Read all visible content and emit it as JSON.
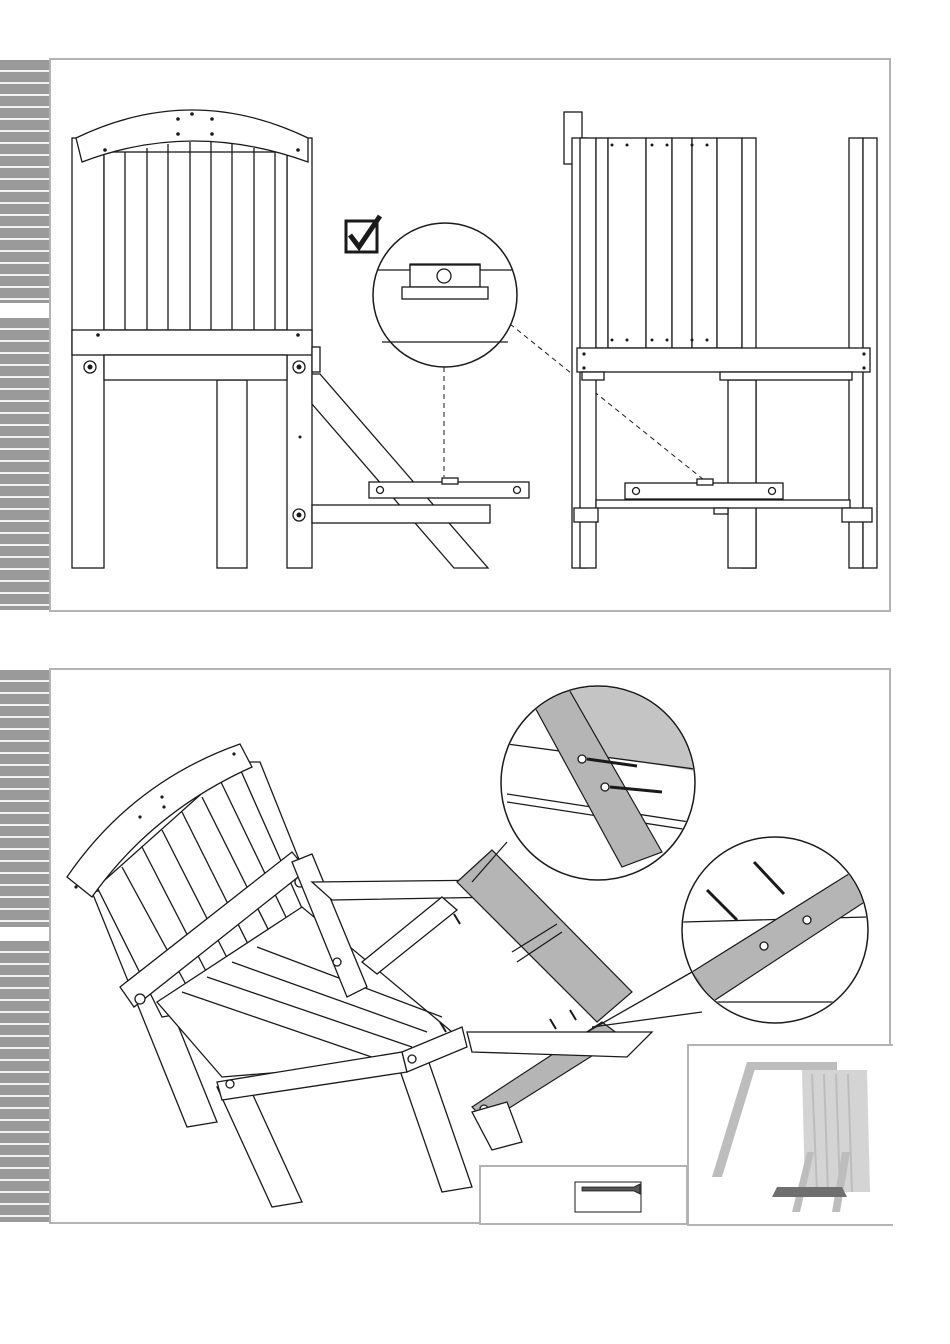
{
  "document": {
    "steps": [
      {
        "id": "step-1",
        "detail": "level-check"
      },
      {
        "id": "step-2",
        "detail": "screw-fixing"
      }
    ],
    "hardware": {
      "part": "wood-screw",
      "quantity": ""
    },
    "icons": [
      "check-mark-icon",
      "spirit-level-icon",
      "screw-icon"
    ],
    "colors": {
      "accent_grey": "#9a9a9a",
      "frame_border": "#b3b3b3",
      "line": "#1a1a1a",
      "highlight": "#b5b5b5"
    }
  }
}
